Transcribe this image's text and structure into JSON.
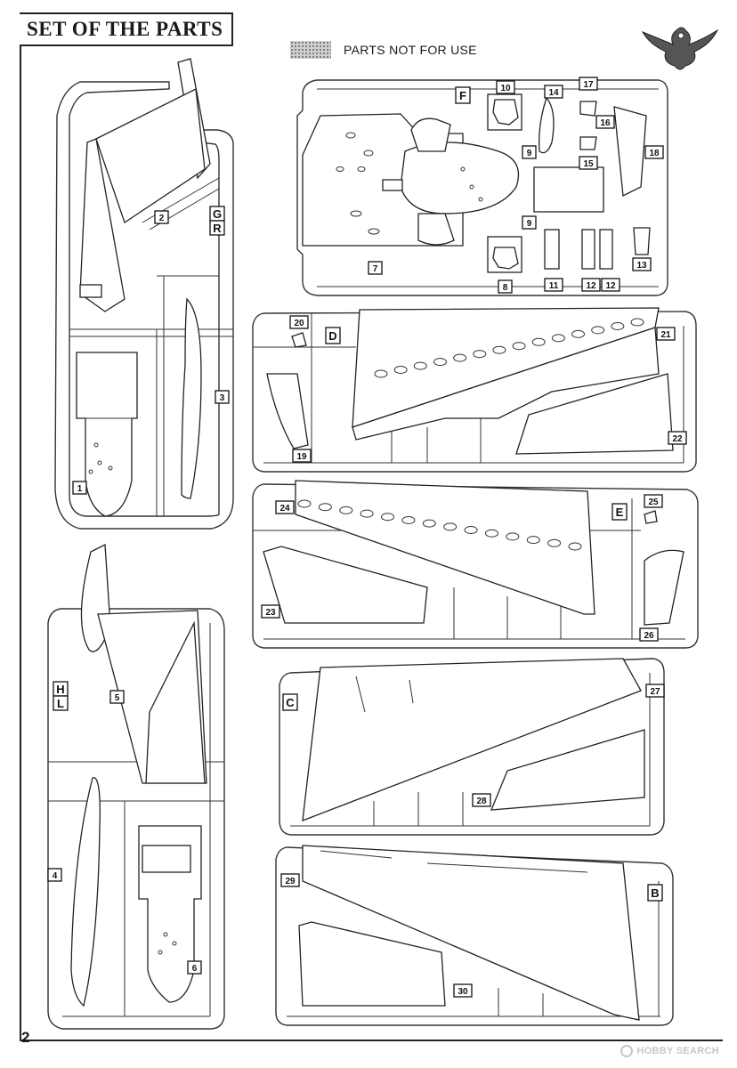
{
  "page": {
    "title": "SET OF THE PARTS",
    "legend_label": "PARTS NOT FOR USE",
    "page_number": "2",
    "watermark": "HOBBY SEARCH"
  },
  "sprues": [
    {
      "letter": "G",
      "parts": [
        "1",
        "2",
        "3"
      ]
    },
    {
      "letter": "R",
      "parts": []
    },
    {
      "letter": "F",
      "parts": [
        "7",
        "8",
        "9",
        "10",
        "11",
        "12",
        "13",
        "14",
        "15",
        "16",
        "17",
        "18"
      ]
    },
    {
      "letter": "D",
      "parts": [
        "19",
        "20",
        "21",
        "22"
      ]
    },
    {
      "letter": "E",
      "parts": [
        "23",
        "24",
        "25",
        "26"
      ]
    },
    {
      "letter": "H",
      "parts": [
        "4",
        "5",
        "6"
      ]
    },
    {
      "letter": "L",
      "parts": []
    },
    {
      "letter": "C",
      "parts": [
        "27",
        "28"
      ]
    },
    {
      "letter": "B",
      "parts": [
        "29",
        "30"
      ]
    }
  ],
  "colors": {
    "line": "#333333",
    "label_border": "#111111",
    "hatch": "#cfcfcf"
  },
  "icons": {
    "emblem": "eagle-emblem-icon"
  }
}
